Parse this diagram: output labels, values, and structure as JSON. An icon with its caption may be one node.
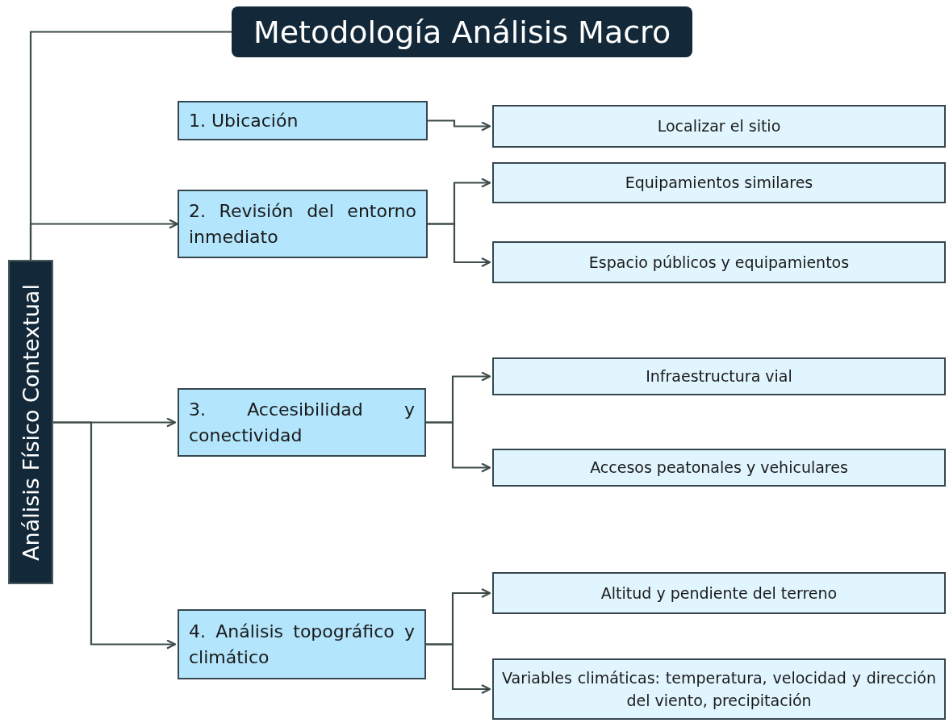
{
  "diagram": {
    "nodes": [
      {
        "text": [
          "Metodología Análisis Macro"
        ]
      },
      {
        "text": [
          "Análisis Físico Contextual"
        ]
      },
      {
        "text": [
          "1. Ubicación"
        ]
      },
      {
        "text": [
          "2. Revisión del entorno inmediato"
        ]
      },
      {
        "text": [
          "3. Accesibilidad y conectividad"
        ]
      },
      {
        "text": [
          "4. Análisis topográfico y climático"
        ]
      },
      {
        "text": [
          "Localizar el sitio"
        ]
      },
      {
        "text": [
          "Equipamientos similares"
        ]
      },
      {
        "text": [
          "Espacio públicos y equipamientos"
        ]
      },
      {
        "text": [
          "Infraestructura vial"
        ]
      },
      {
        "text": [
          "Accesos peatonales y vehiculares"
        ]
      },
      {
        "text": [
          "Altitud y pendiente del terreno"
        ]
      },
      {
        "text": [
          "Variables climáticas: temperatura, velocidad y dirección del viento, precipitación"
        ]
      }
    ],
    "edges": [
      {
        "from": 1,
        "to": 0,
        "arrow": "none"
      },
      {
        "from": 1,
        "to": 3,
        "arrow": "to"
      },
      {
        "from": 1,
        "to": 4,
        "arrow": "to"
      },
      {
        "from": 1,
        "to": 5,
        "arrow": "to"
      },
      {
        "from": 2,
        "to": 6,
        "arrow": "to"
      },
      {
        "from": 3,
        "to": 7,
        "arrow": "to"
      },
      {
        "from": 3,
        "to": 8,
        "arrow": "to"
      },
      {
        "from": 4,
        "to": 9,
        "arrow": "to"
      },
      {
        "from": 4,
        "to": 10,
        "arrow": "to"
      },
      {
        "from": 5,
        "to": 11,
        "arrow": "to"
      },
      {
        "from": 5,
        "to": 12,
        "arrow": "to"
      }
    ]
  }
}
